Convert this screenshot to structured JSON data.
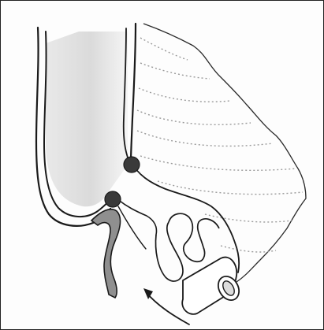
{
  "diagram": {
    "style": "grayscale line drawing",
    "text_labels": [],
    "colors": {
      "ink": "#1a1a1a",
      "shade": "#cfcfcf",
      "dark_shade": "#8f8f8f",
      "node_fill": "#3a3a3a",
      "dotted": "#9a9a9a"
    },
    "elements": {
      "tube_count": 1,
      "node_count": 2,
      "fold_count": 3,
      "dotted_arc_count": 9,
      "arrow_count": 1
    }
  }
}
